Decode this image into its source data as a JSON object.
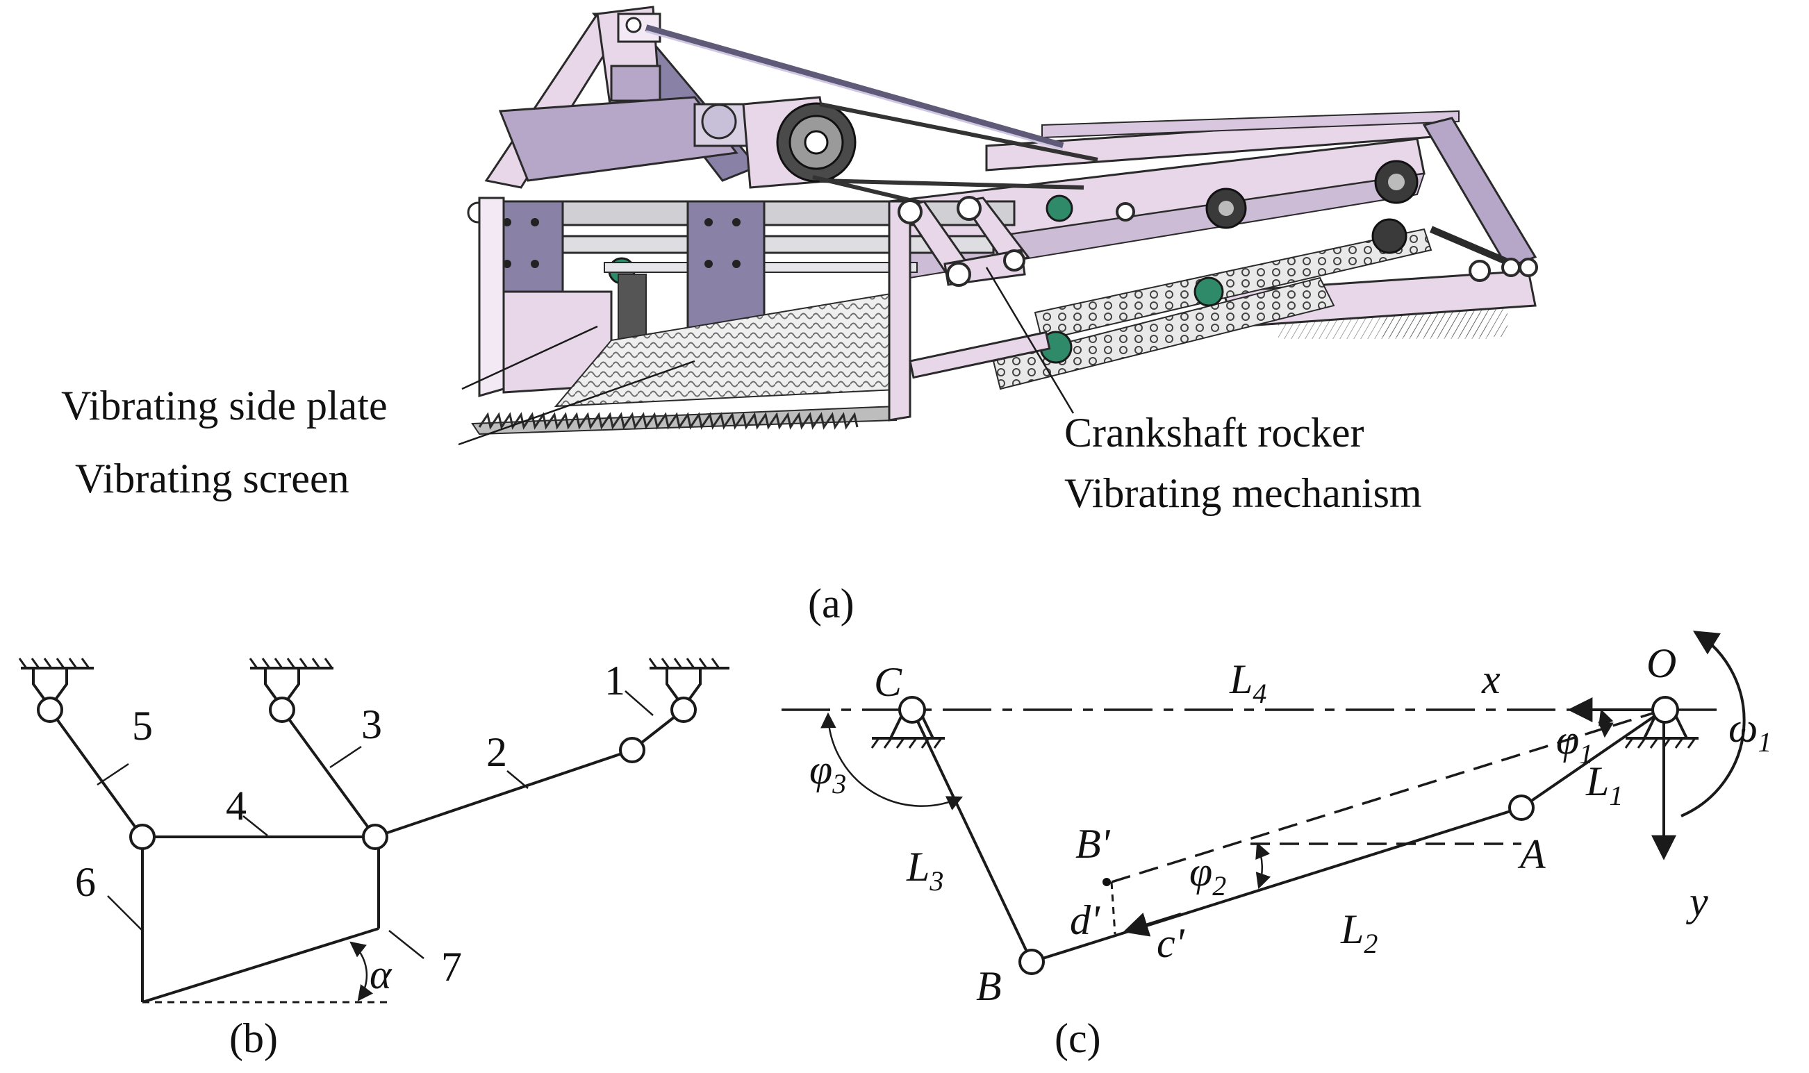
{
  "panel_a": {
    "label": "(a)",
    "callouts": {
      "side_plate": "Vibrating side plate",
      "screen": "Vibrating screen",
      "crank_line1": "Crankshaft rocker",
      "crank_line2": "Vibrating mechanism"
    },
    "colors": {
      "frame": "#e8d7e9",
      "frame_dark": "#b6a6c8",
      "plate": "#8a82a6",
      "bar": "#cfcfd4",
      "roller": "#2f8a6a",
      "screen": "#c9c9c9",
      "outline": "#2a2a2a"
    }
  },
  "panel_b": {
    "label": "(b)",
    "links": [
      "1",
      "2",
      "3",
      "4",
      "5",
      "6",
      "7"
    ],
    "angle": "α"
  },
  "panel_c": {
    "label": "(c)",
    "points": {
      "C": "C",
      "O": "O",
      "A": "A",
      "B": "B",
      "B_prime": "B'"
    },
    "links": {
      "L1": "L",
      "L1_sub": "1",
      "L2": "L",
      "L2_sub": "2",
      "L3": "L",
      "L3_sub": "3",
      "L4": "L",
      "L4_sub": "4"
    },
    "axes": {
      "x": "x",
      "y": "y"
    },
    "angles": {
      "phi1": "φ",
      "phi1_sub": "1",
      "phi2": "φ",
      "phi2_sub": "2",
      "phi3": "φ",
      "phi3_sub": "3",
      "omega": "ω",
      "omega_sub": "1"
    },
    "marks": {
      "c_prime": "c'",
      "d_prime": "d'"
    }
  }
}
